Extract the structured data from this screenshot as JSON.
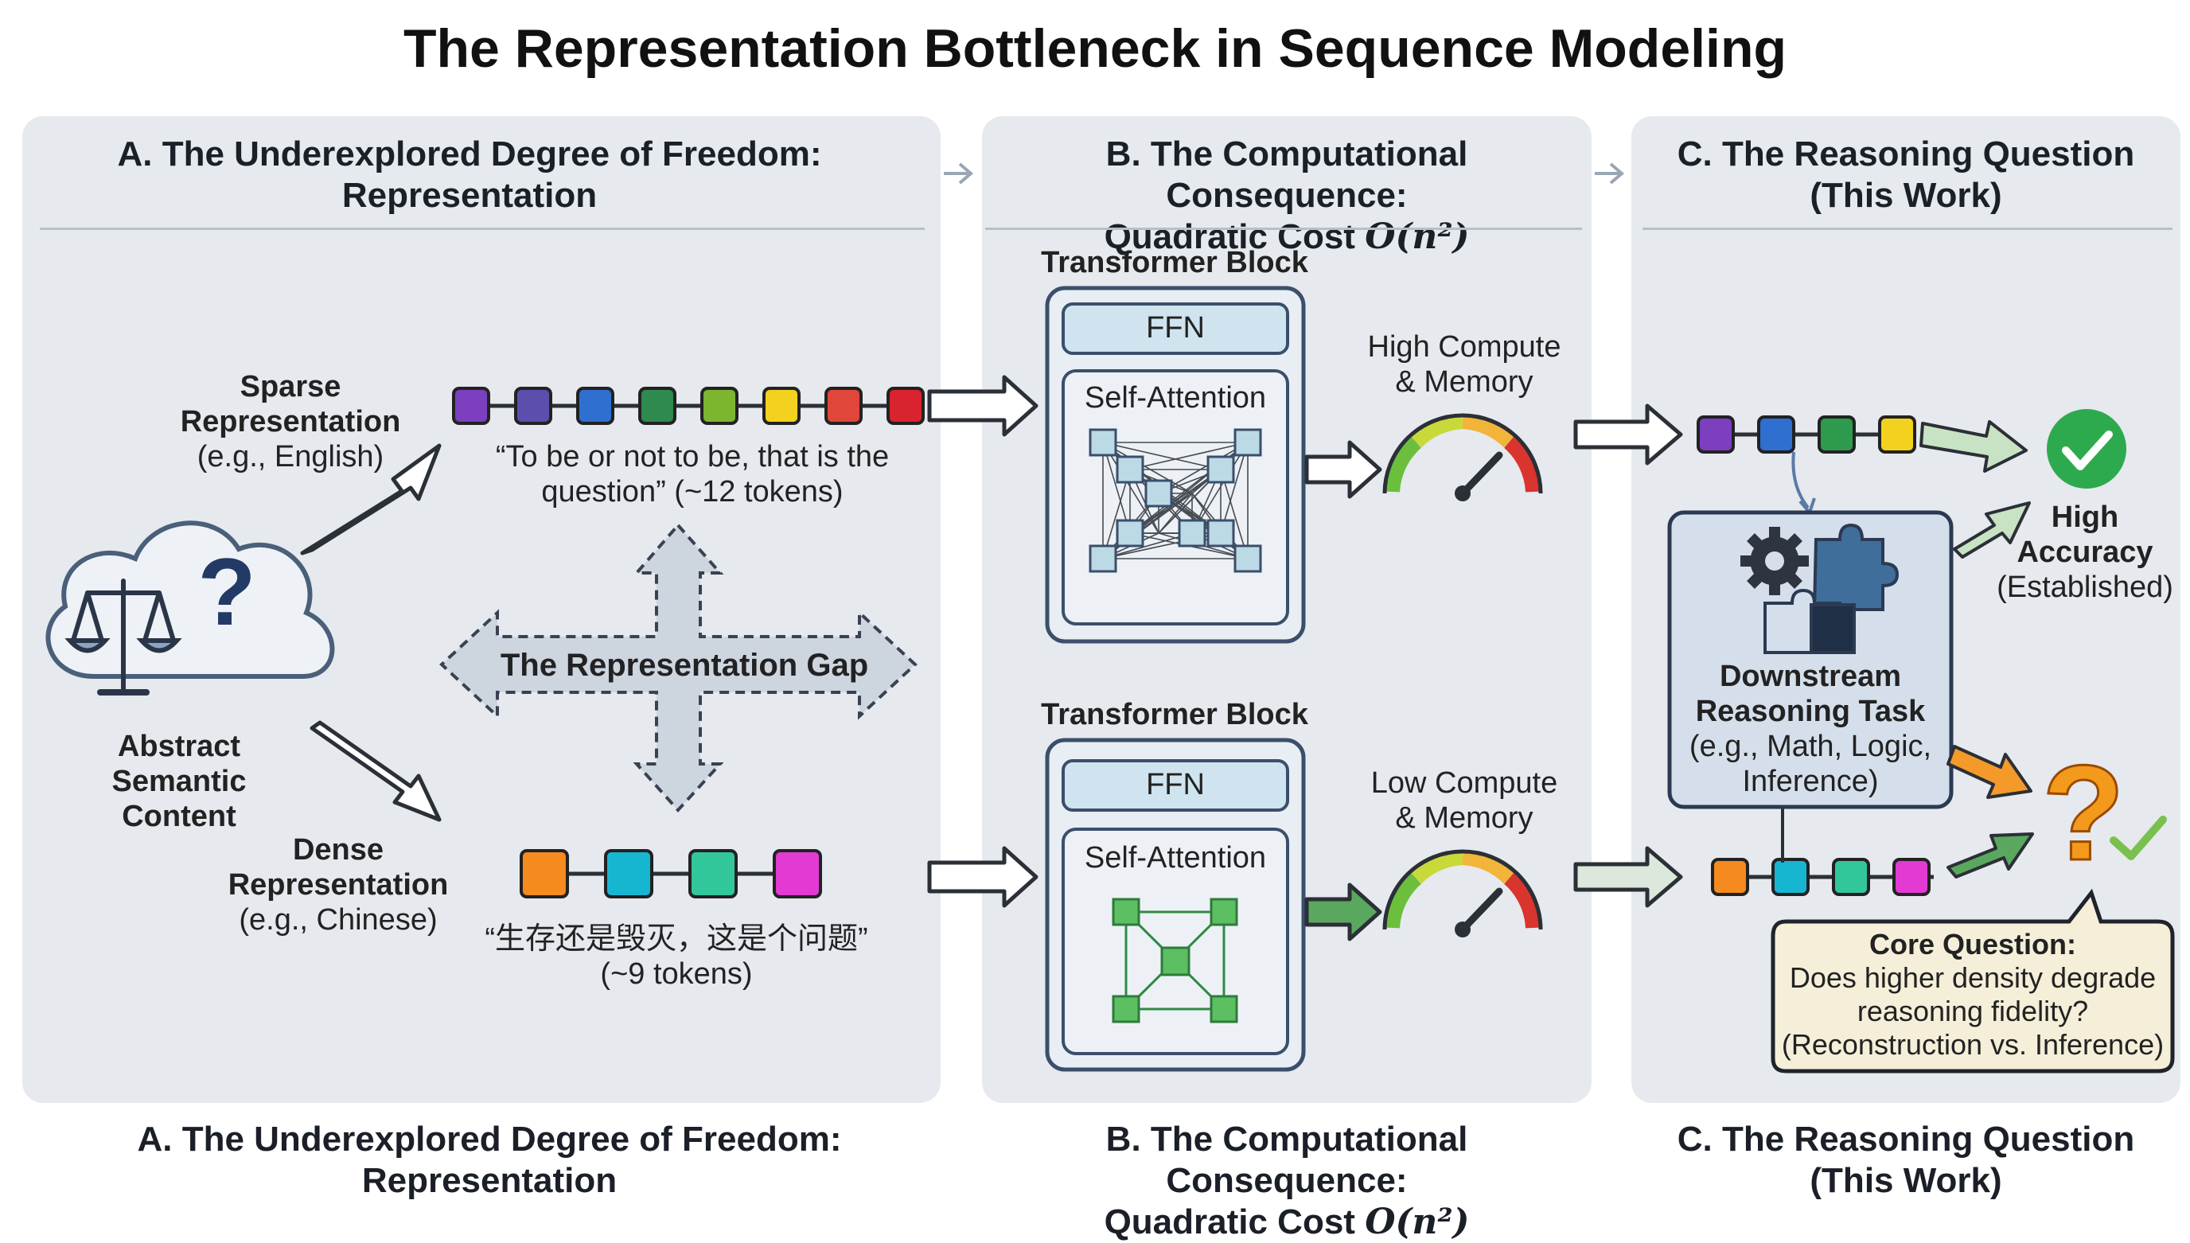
{
  "title": "The Representation Bottleneck in Sequence Modeling",
  "panel_a": {
    "heading_line1": "A. The Underexplored Degree of Freedom:",
    "heading_line2": "Representation",
    "abstract_label": [
      "Abstract",
      "Semantic",
      "Content"
    ],
    "sparse_title": [
      "Sparse",
      "Representation"
    ],
    "sparse_example": "(e.g., English)",
    "sparse_text_line1": "“To be or not to be, that is the",
    "sparse_text_line2": "question” (~12 tokens)",
    "gap_label": "The Representation Gap",
    "dense_title": [
      "Dense",
      "Representation"
    ],
    "dense_example": "(e.g., Chinese)",
    "dense_text_line1": "“生存还是毁灭，这是个问题”",
    "dense_text_line2": "(~9 tokens)"
  },
  "panel_b": {
    "heading_line1": "B. The Computational Consequence:",
    "heading_prefix": "Quadratic Cost",
    "heading_math": "O(n²)",
    "top_block": {
      "title": "Transformer Block",
      "ffn": "FFN",
      "attention": "Self-Attention",
      "gauge_line1": "High Compute",
      "gauge_line2": "& Memory"
    },
    "bottom_block": {
      "title": "Transformer Block",
      "ffn": "FFN",
      "attention": "Self-Attention",
      "gauge_line1": "Low Compute",
      "gauge_line2": "& Memory"
    }
  },
  "panel_c": {
    "heading_line1": "C. The Reasoning Question",
    "heading_line2": "(This Work)",
    "task_title": [
      "Downstream",
      "Reasoning Task"
    ],
    "task_example": [
      "(e.g., Math, Logic,",
      "Inference)"
    ],
    "high_accuracy": [
      "High",
      "Accuracy"
    ],
    "established": "(Established)",
    "core_title": "Core Question:",
    "core_lines": [
      "Does higher density degrade",
      "reasoning fidelity?",
      "(Reconstruction vs. Inference)"
    ]
  },
  "captions": {
    "a_line1": "A. The Underexplored Degree of Freedom:",
    "a_line2": "Representation",
    "b_line1": "B. The Computational Consequence:",
    "b_prefix": "Quadratic Cost",
    "b_math": "O(n²)",
    "c_line1": "C. The Reasoning Question",
    "c_line2": "(This Work)"
  },
  "colors": {
    "panel_bg": "#e6e9ee",
    "sparse_tokens": [
      "#7b3fc0",
      "#5b4fae",
      "#2f6fd0",
      "#2e8a4e",
      "#7cb52f",
      "#f2d21f",
      "#e0463a",
      "#d9232e"
    ],
    "dense_tokens": [
      "#f58a1f",
      "#17b6d0",
      "#32c79a",
      "#e23ad2"
    ],
    "reasoning_tokens_top": [
      "#7b3fc0",
      "#2f6fd0",
      "#2e9a4e",
      "#f2d21f"
    ],
    "reasoning_tokens_bottom": [
      "#f58a1f",
      "#17b6d0",
      "#32c79a",
      "#e23ad2"
    ],
    "check_green": "#2eaa4e",
    "question_orange": "#f39a1d"
  }
}
